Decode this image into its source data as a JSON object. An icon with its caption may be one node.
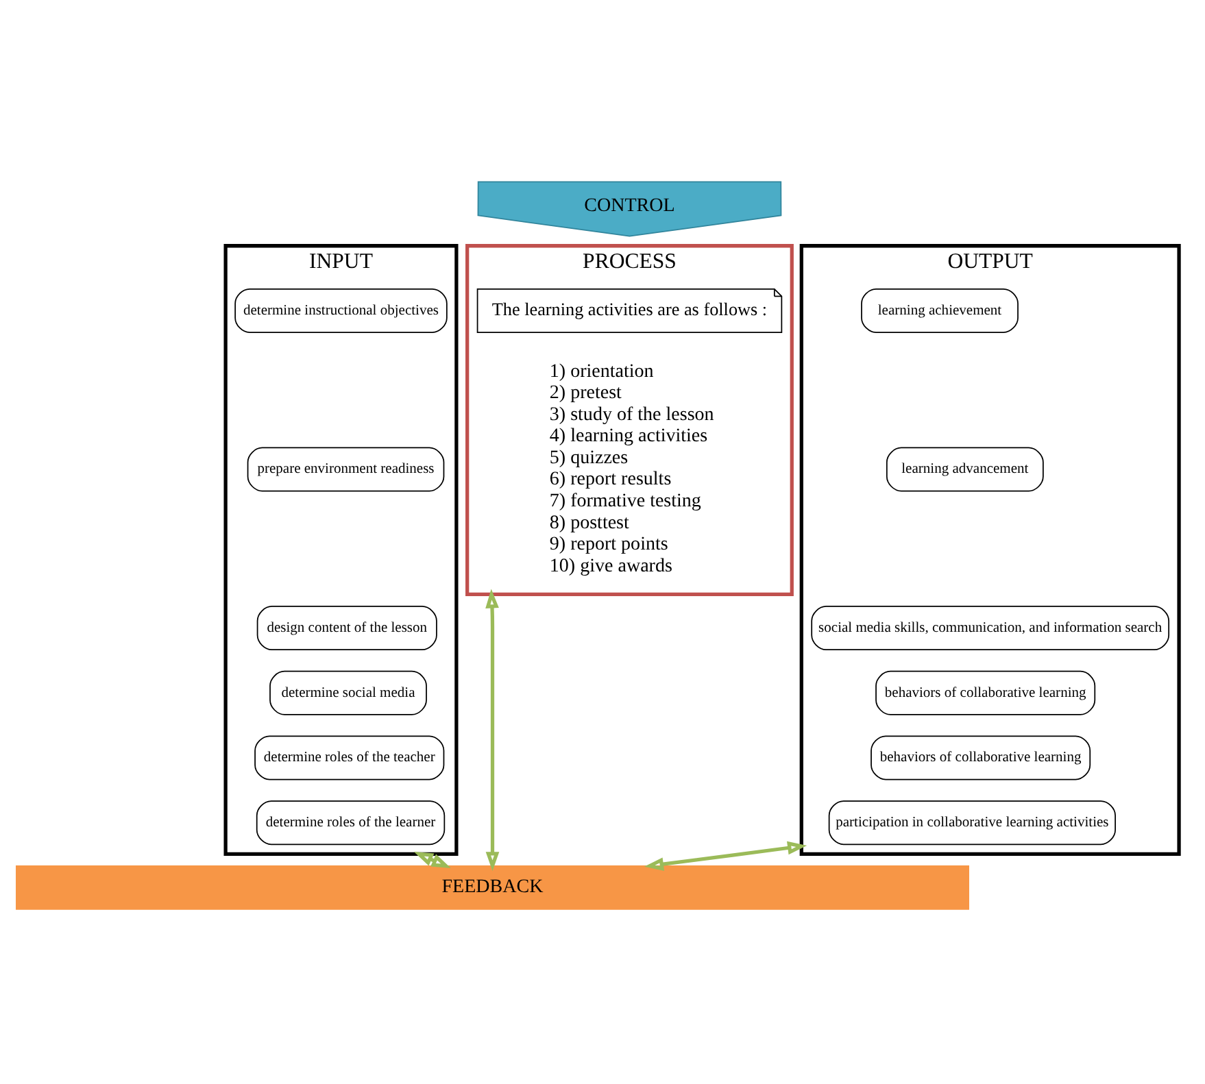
{
  "diagram": {
    "nodes": [
      {
        "text": [
          "CONTROL"
        ]
      },
      {
        "text": [
          "INPUT"
        ]
      },
      {
        "text": [
          "determine instructional objectives"
        ],
        "in": 1
      },
      {
        "text": [
          "prepare environment readiness"
        ],
        "in": 1
      },
      {
        "text": [
          "design content of the lesson"
        ],
        "in": 1
      },
      {
        "text": [
          "determine social media"
        ],
        "in": 1
      },
      {
        "text": [
          "determine roles of the teacher"
        ],
        "in": 1
      },
      {
        "text": [
          "determine roles of the learner"
        ],
        "in": 1
      },
      {
        "text": [
          "PROCESS"
        ]
      },
      {
        "text": [
          "The learning activities are as follows :"
        ],
        "in": 8
      },
      {
        "text": [
          "OUTPUT"
        ]
      },
      {
        "text": [
          "learning achievement"
        ],
        "in": 10
      },
      {
        "text": [
          "learning advancement"
        ],
        "in": 10
      },
      {
        "text": [
          "social media skills, communication, and information search"
        ],
        "in": 10
      },
      {
        "text": [
          "behaviors of collaborative learning"
        ],
        "in": 10
      },
      {
        "text": [
          "behaviors of collaborative learning"
        ],
        "in": 10
      },
      {
        "text": [
          "participation in collaborative learning activities"
        ],
        "in": 10
      },
      {
        "text": [
          "FEEDBACK"
        ]
      }
    ],
    "edges": [
      {
        "from": 1,
        "to": 17,
        "arrow": "both"
      },
      {
        "from": 8,
        "to": 17,
        "arrow": "both"
      },
      {
        "from": 10,
        "to": 17,
        "arrow": "both"
      }
    ],
    "labels": [
      "1) orientation",
      "2) pretest",
      "3) study of the lesson",
      "4) learning activities",
      "5) quizzes",
      "6) report results",
      "7) formative testing",
      "8) posttest",
      "9) report points",
      "10) give awards"
    ]
  }
}
